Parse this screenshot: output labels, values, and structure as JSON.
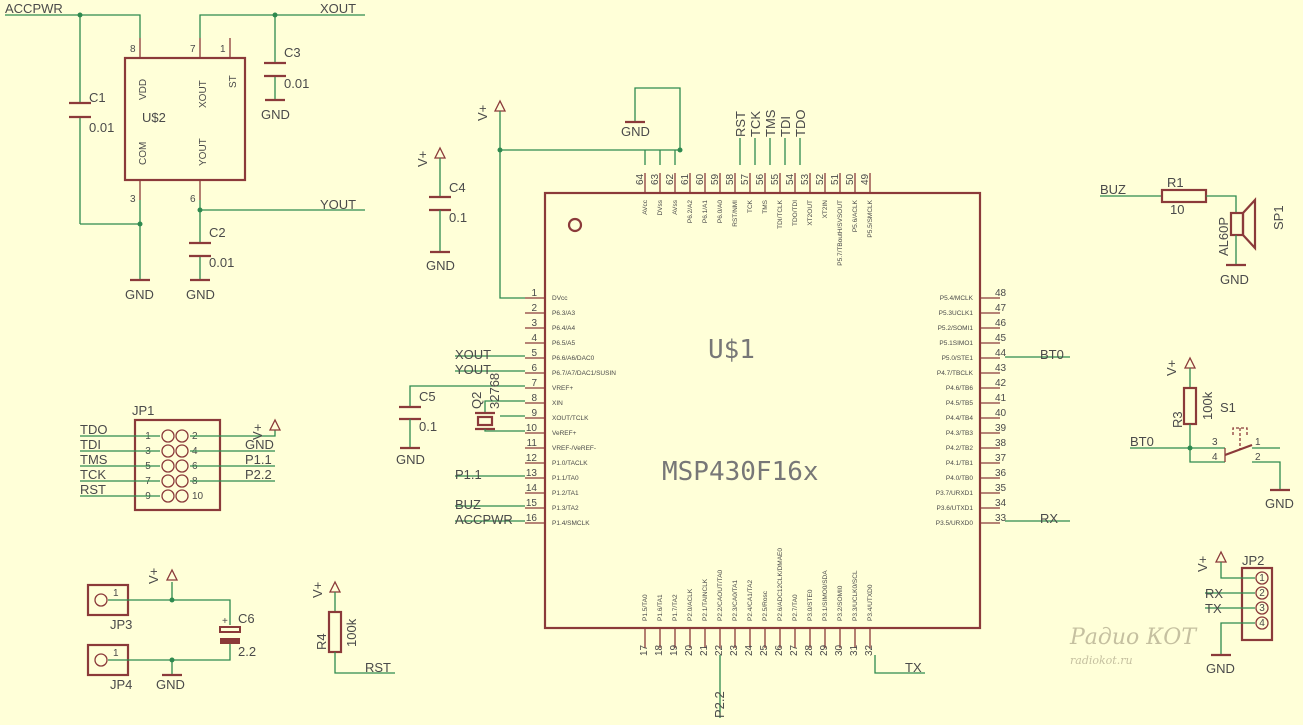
{
  "mcu": {
    "name": "U$1",
    "value": "MSP430F16x",
    "left_pins": [
      {
        "num": "1",
        "fn": "DVcc"
      },
      {
        "num": "2",
        "fn": "P6.3/A3"
      },
      {
        "num": "3",
        "fn": "P6.4/A4"
      },
      {
        "num": "4",
        "fn": "P6.5/A5"
      },
      {
        "num": "5",
        "fn": "P6.6/A6/DAC0"
      },
      {
        "num": "6",
        "fn": "P6.7/A7/DAC1/SUSIN"
      },
      {
        "num": "7",
        "fn": "VREF+"
      },
      {
        "num": "8",
        "fn": "XIN"
      },
      {
        "num": "9",
        "fn": "XOUT/TCLK"
      },
      {
        "num": "10",
        "fn": "VeREF+"
      },
      {
        "num": "11",
        "fn": "VREF-/VeREF-"
      },
      {
        "num": "12",
        "fn": "P1.0/TACLK"
      },
      {
        "num": "13",
        "fn": "P1.1/TA0"
      },
      {
        "num": "14",
        "fn": "P1.2/TA1"
      },
      {
        "num": "15",
        "fn": "P1.3/TA2"
      },
      {
        "num": "16",
        "fn": "P1.4/SMCLK"
      }
    ],
    "right_pins": [
      {
        "num": "48",
        "fn": "P5.4/MCLK"
      },
      {
        "num": "47",
        "fn": "P5.3UCLK1"
      },
      {
        "num": "46",
        "fn": "P5.2/SOMI1"
      },
      {
        "num": "45",
        "fn": "P5.1SIMO1"
      },
      {
        "num": "44",
        "fn": "P5.0/STE1"
      },
      {
        "num": "43",
        "fn": "P4.7/TBCLK"
      },
      {
        "num": "42",
        "fn": "P4.6/TB6"
      },
      {
        "num": "41",
        "fn": "P4.5/TB5"
      },
      {
        "num": "40",
        "fn": "P4.4/TB4"
      },
      {
        "num": "39",
        "fn": "P4.3/TB3"
      },
      {
        "num": "38",
        "fn": "P4.2/TB2"
      },
      {
        "num": "37",
        "fn": "P4.1/TB1"
      },
      {
        "num": "36",
        "fn": "P4.0/TB0"
      },
      {
        "num": "35",
        "fn": "P3.7/URXD1"
      },
      {
        "num": "34",
        "fn": "P3.6/UTXD1"
      },
      {
        "num": "33",
        "fn": "P3.5/URXD0"
      }
    ],
    "top_pins": [
      {
        "num": "64",
        "fn": "AVcc"
      },
      {
        "num": "63",
        "fn": "DVss"
      },
      {
        "num": "62",
        "fn": "AVss"
      },
      {
        "num": "61",
        "fn": "P6.2/A2"
      },
      {
        "num": "60",
        "fn": "P6.1/A1"
      },
      {
        "num": "59",
        "fn": "P6.0/A0"
      },
      {
        "num": "58",
        "fn": "RST/NMI"
      },
      {
        "num": "57",
        "fn": "TCK"
      },
      {
        "num": "56",
        "fn": "TMS"
      },
      {
        "num": "55",
        "fn": "TDI/TCLK"
      },
      {
        "num": "54",
        "fn": "TDO/TDI"
      },
      {
        "num": "53",
        "fn": "XT2OUT"
      },
      {
        "num": "52",
        "fn": "XT2IN"
      },
      {
        "num": "51",
        "fn": "P5.7/TBoutH/SVSOUT"
      },
      {
        "num": "50",
        "fn": "P5.6/ACLK"
      },
      {
        "num": "49",
        "fn": "P5.5/SMCLK"
      }
    ],
    "bottom_pins": [
      {
        "num": "17",
        "fn": "P1.5/TA0"
      },
      {
        "num": "18",
        "fn": "P1.6/TA1"
      },
      {
        "num": "19",
        "fn": "P1.7/TA2"
      },
      {
        "num": "20",
        "fn": "P2.0/ACLK"
      },
      {
        "num": "21",
        "fn": "P2.1/TAINCLK"
      },
      {
        "num": "22",
        "fn": "P2.2/CAOUT/TA0"
      },
      {
        "num": "23",
        "fn": "P2.3/CA0/TA1"
      },
      {
        "num": "24",
        "fn": "P2.4/CA1/TA2"
      },
      {
        "num": "25",
        "fn": "P2.5/Rosc"
      },
      {
        "num": "26",
        "fn": "P2.6/ADC12CLK/DMAE0"
      },
      {
        "num": "27",
        "fn": "P2.7/TA0"
      },
      {
        "num": "28",
        "fn": "P3.0/STE0"
      },
      {
        "num": "29",
        "fn": "P3.1/SIMO0/SDA"
      },
      {
        "num": "30",
        "fn": "P3.2/SOMI0"
      },
      {
        "num": "31",
        "fn": "P3.3/UCLK0/SCL"
      },
      {
        "num": "32",
        "fn": "P3.4/UTXD0"
      }
    ]
  },
  "u2": {
    "name": "U$2",
    "pins": {
      "vdd": "VDD",
      "com": "COM",
      "xout": "XOUT",
      "yout": "YOUT",
      "st": "ST"
    },
    "pin_nums": {
      "p8": "8",
      "p7": "7",
      "p1": "1",
      "p3": "3",
      "p6": "6"
    }
  },
  "nets": {
    "accpwr": "ACCPWR",
    "xout": "XOUT",
    "yout": "YOUT",
    "gnd": "GND",
    "vplus": "V+",
    "tdo": "TDO",
    "tdi": "TDI",
    "tms": "TMS",
    "tck": "TCK",
    "rst": "RST",
    "p11": "P1.1",
    "p22": "P2.2",
    "buz": "BUZ",
    "bt0": "BT0",
    "rx": "RX",
    "tx": "TX"
  },
  "parts": {
    "c1": {
      "name": "C1",
      "value": "0.01"
    },
    "c2": {
      "name": "C2",
      "value": "0.01"
    },
    "c3": {
      "name": "C3",
      "value": "0.01"
    },
    "c4": {
      "name": "C4",
      "value": "0.1"
    },
    "c5": {
      "name": "C5",
      "value": "0.1"
    },
    "c6": {
      "name": "C6",
      "value": "2.2"
    },
    "q2": {
      "name": "Q2",
      "value": "32768"
    },
    "r1": {
      "name": "R1",
      "value": "10"
    },
    "r3": {
      "name": "R3",
      "value": "100k"
    },
    "r4": {
      "name": "R4",
      "value": "100k"
    },
    "sp1": {
      "name": "SP1",
      "value": "AL60P"
    },
    "s1": {
      "name": "S1",
      "pins": [
        "3",
        "4",
        "1",
        "2"
      ]
    },
    "jp1": {
      "name": "JP1",
      "pins": [
        "1",
        "2",
        "3",
        "4",
        "5",
        "6",
        "7",
        "8",
        "9",
        "10"
      ]
    },
    "jp2": {
      "name": "JP2",
      "pins": [
        "1",
        "2",
        "3",
        "4"
      ]
    },
    "jp3": {
      "name": "JP3",
      "pin": "1"
    },
    "jp4": {
      "name": "JP4",
      "pin": "1"
    }
  },
  "watermark": {
    "logo": "Радио КОТ",
    "url": "radiokot.ru"
  }
}
